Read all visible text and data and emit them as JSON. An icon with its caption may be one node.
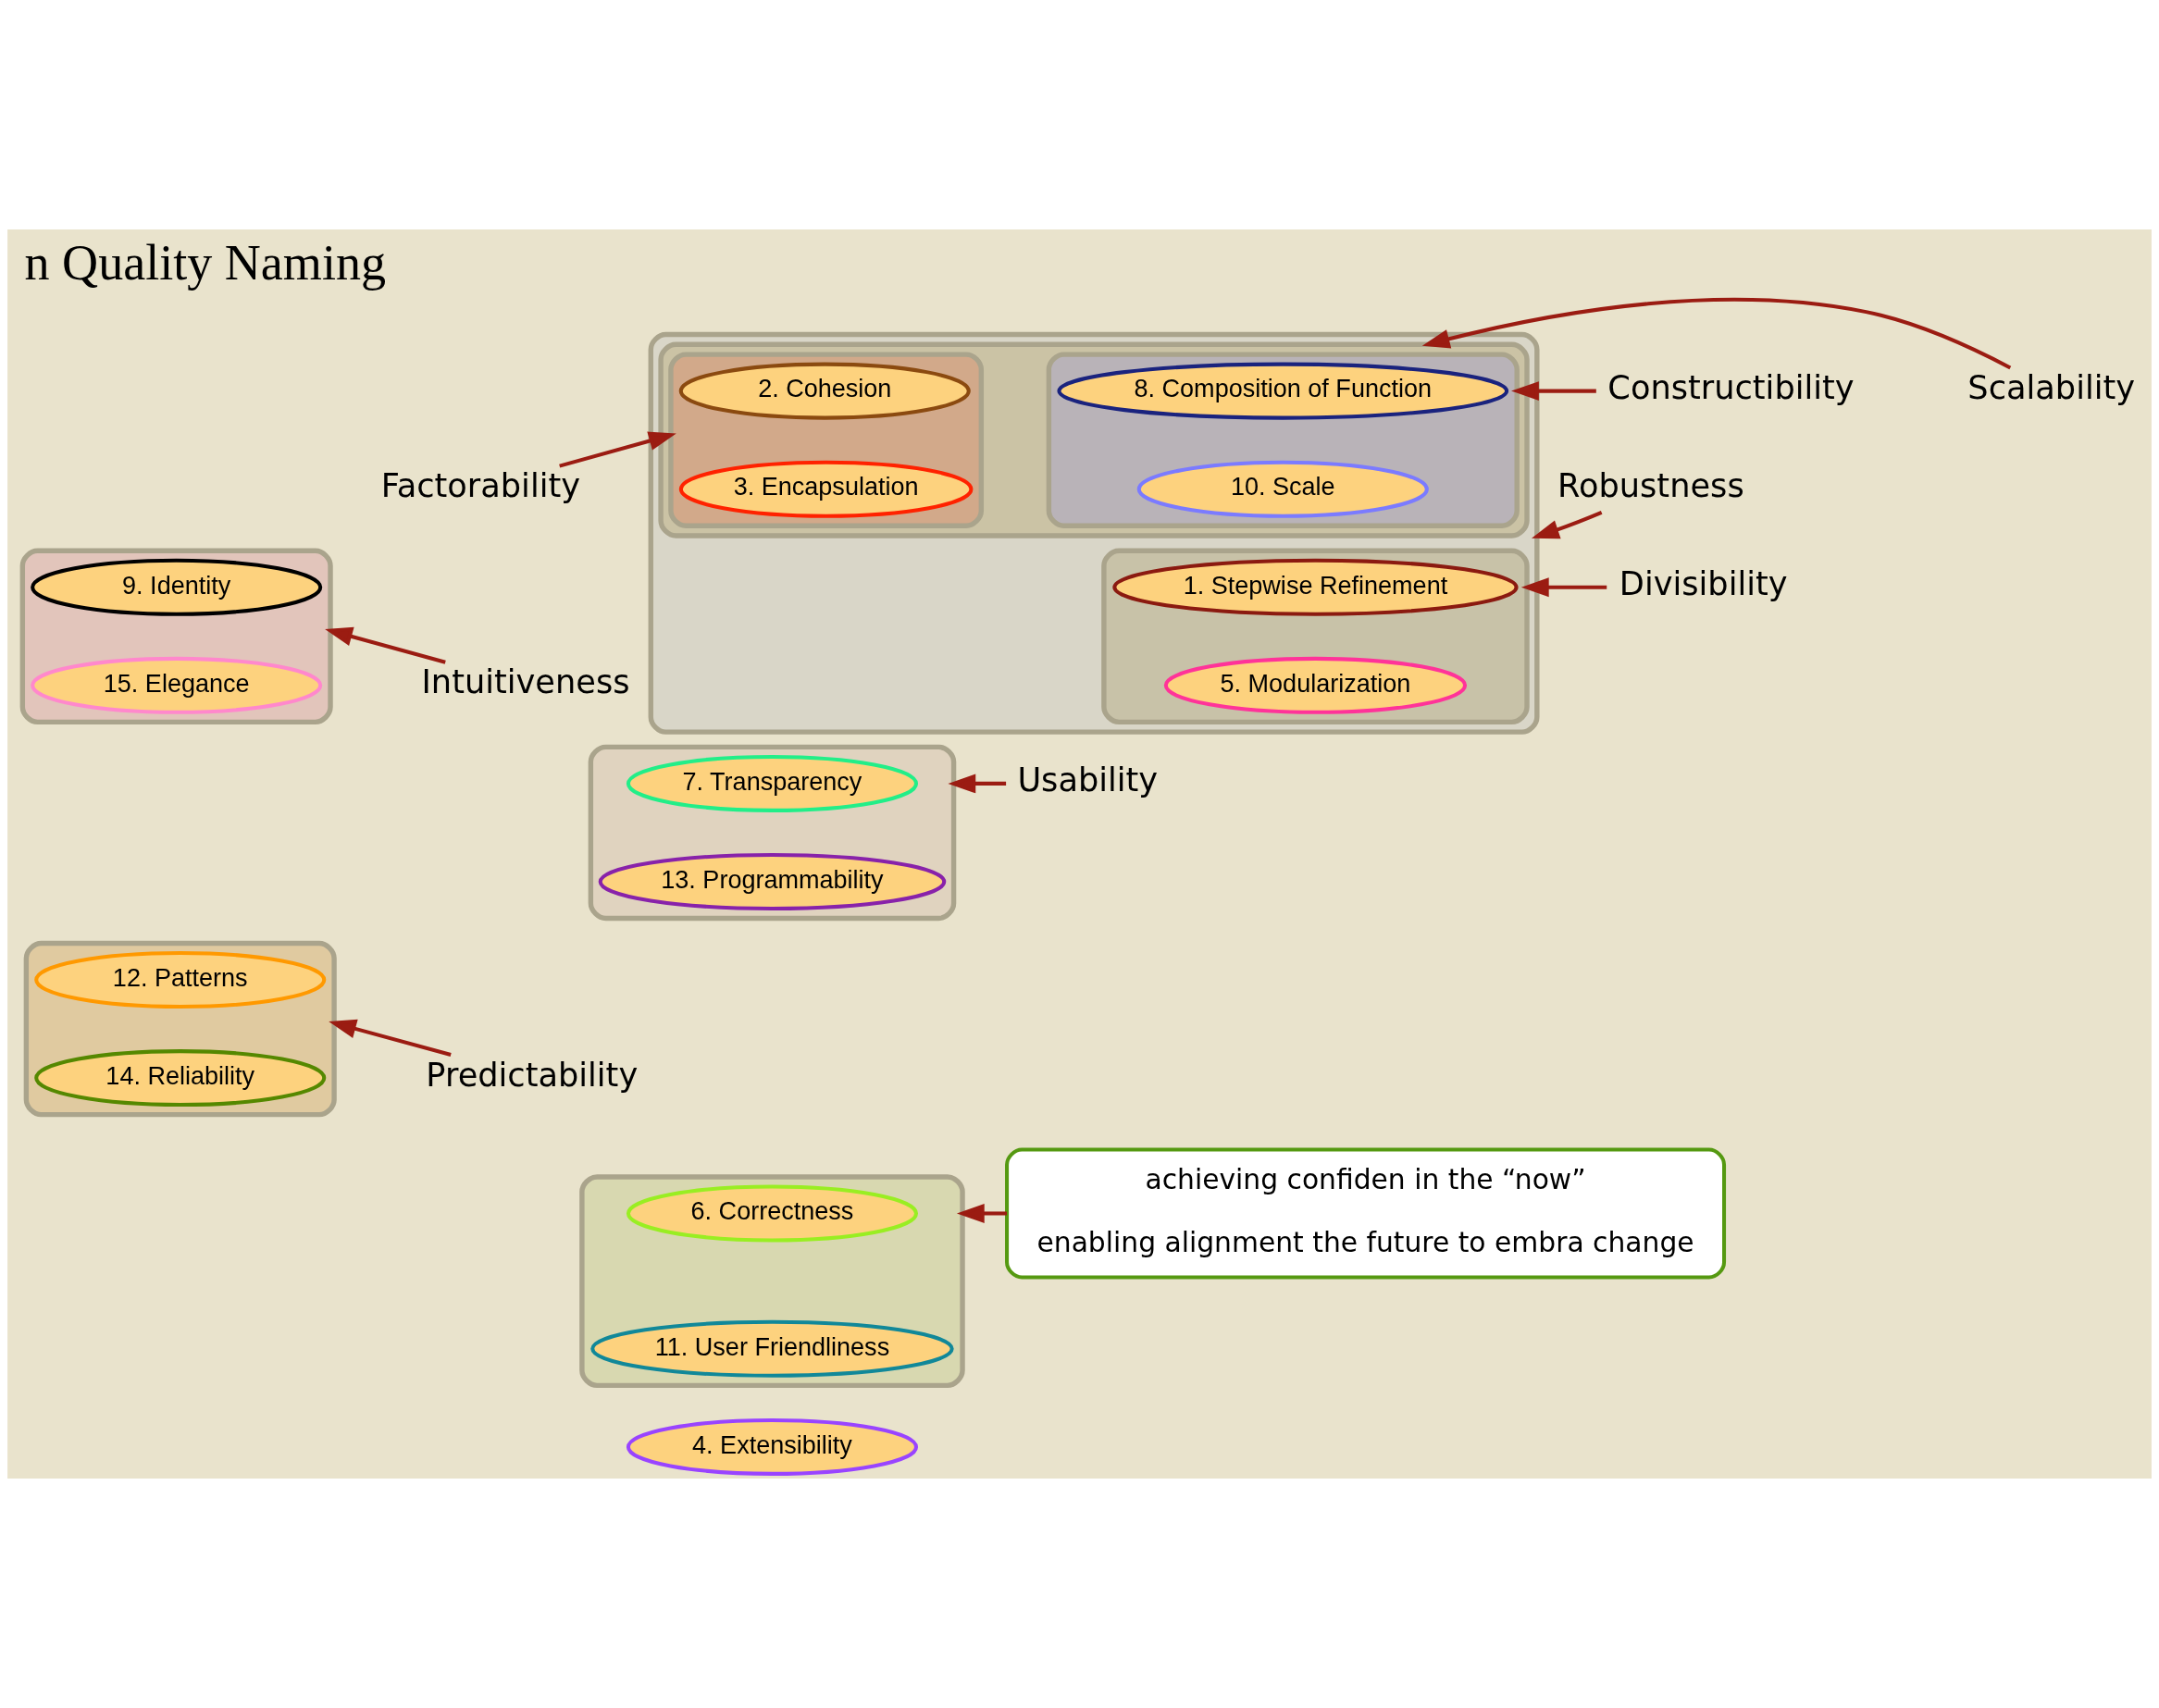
{
  "diagram": {
    "title": "n Quality Naming",
    "nodes": [
      {
        "text": [],
        "shape": "ellipse"
      },
      {
        "text": [],
        "shape": "ellipse",
        "in": 0
      },
      {
        "text": [
          "1. Stepwise Refinement"
        ],
        "in": 1
      },
      {
        "text": [
          "5. Modularization"
        ],
        "in": 1
      },
      {
        "text": [],
        "shape": "ellipse",
        "in": 0
      },
      {
        "text": [],
        "shape": "ellipse",
        "in": 4
      },
      {
        "text": [
          "8. Composition of Function"
        ],
        "in": 5
      },
      {
        "text": [
          "10. Scale"
        ],
        "in": 5
      },
      {
        "text": [],
        "shape": "ellipse",
        "in": 4
      },
      {
        "text": [
          "2. Cohesion"
        ],
        "in": 8
      },
      {
        "text": [
          "3. Encapsulation"
        ],
        "in": 8
      },
      {
        "text": [
          "Divisibility"
        ]
      },
      {
        "text": [
          "Robustness"
        ]
      },
      {
        "text": [
          "Constructibility"
        ]
      },
      {
        "text": [
          "Factorability"
        ]
      },
      {
        "text": [
          "Scalability"
        ]
      },
      {
        "text": [],
        "shape": "ellipse"
      },
      {
        "text": [
          "9. Identity"
        ],
        "in": 16
      },
      {
        "text": [
          "15. Elegance"
        ],
        "in": 16
      },
      {
        "text": [],
        "shape": "ellipse"
      },
      {
        "text": [
          "7. Transparency"
        ],
        "in": 19
      },
      {
        "text": [
          "13. Programmability"
        ],
        "in": 19
      },
      {
        "text": [
          "Intuitiveness"
        ]
      },
      {
        "text": [
          "Usability"
        ]
      },
      {
        "text": [],
        "shape": "ellipse"
      },
      {
        "text": [
          "12. Patterns"
        ],
        "in": 24
      },
      {
        "text": [
          "14. Reliability"
        ],
        "in": 24
      },
      {
        "text": [],
        "shape": "ellipse"
      },
      {
        "text": [
          "6. Correctness"
        ],
        "in": 27
      },
      {
        "text": [
          "11. User Friendliness"
        ],
        "in": 27
      },
      {
        "text": [
          "4. Extensibility"
        ]
      },
      {
        "text": [
          "Predictability"
        ]
      },
      {
        "text": [
          "achieving confiden in the “now”",
          "enabling alignment the future to embra change"
        ]
      }
    ],
    "edges": [
      {
        "from": 11,
        "to": 1,
        "arrow": "to"
      },
      {
        "from": 12,
        "to": 0,
        "arrow": "to"
      },
      {
        "from": 13,
        "to": 5,
        "arrow": "to"
      },
      {
        "from": 14,
        "to": 8,
        "arrow": "to"
      },
      {
        "from": 15,
        "to": 4,
        "arrow": "to"
      },
      {
        "from": 22,
        "to": 16,
        "arrow": "to"
      },
      {
        "from": 23,
        "to": 19,
        "arrow": "to"
      },
      {
        "from": 31,
        "to": 24,
        "arrow": "to"
      },
      {
        "from": 32,
        "to": 27,
        "arrow": "to"
      }
    ]
  }
}
